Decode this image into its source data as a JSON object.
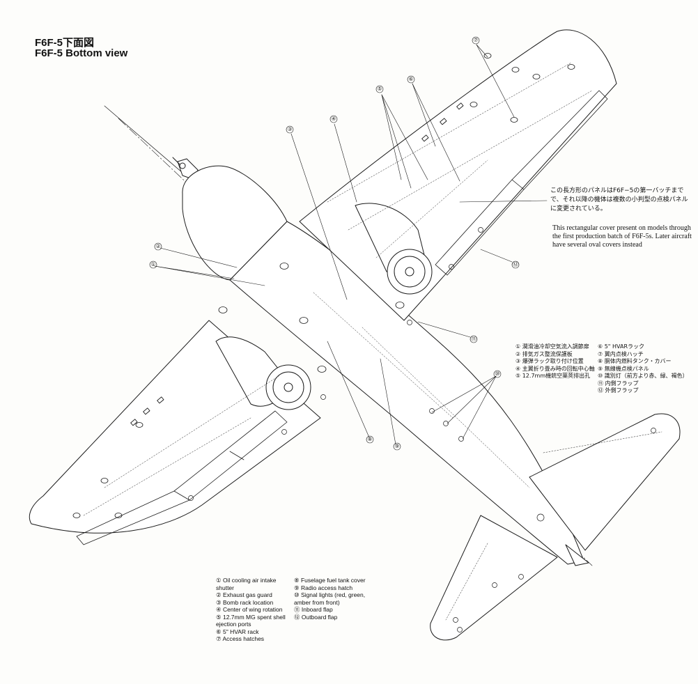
{
  "title": {
    "ja": "F6F-5下面図",
    "en": "F6F-5 Bottom view"
  },
  "note": {
    "ja": "この長方形のパネルはF6F−5の第一バッチまでで、それ以降の機体は複数の小判型の点検パネルに変更されている。",
    "en": "This rectangular cover present on models through the first production batch of F6F-5s. Later aircraft have several oval covers instead"
  },
  "legend_ja": [
    "① 潤滑油冷却空気流入調節扉",
    "② 排気ガス整流保護板",
    "③ 爆弾ラック取り付け位置",
    "④ 主翼折り畳み時の回転中心軸",
    "⑤ 12.7mm機銃空薬莢排出孔",
    "⑥ 5\" HVARラック",
    "⑦ 翼内点検ハッチ",
    "⑧ 胴体内燃料タンク・カバー",
    "⑨ 無線機点検パネル",
    "⑩ 識別灯（前方より赤、緑、褐色）",
    "⑪ 内側フラップ",
    "⑫ 外側フラップ"
  ],
  "legend_en": [
    "① Oil cooling air intake shutter",
    "② Exhaust gas guard",
    "③ Bomb rack location",
    "④ Center of wing rotation",
    "⑤ 12.7mm MG spent shell ejection ports",
    "⑥ 5\" HVAR rack",
    "⑦ Access hatches",
    "⑧ Fuselage fuel tank cover",
    "⑨ Radio access hatch",
    "⑩ Signal lights (red, green, amber from front)",
    "⑪ Inboard flap",
    "⑫ Outboard flap"
  ],
  "callouts": [
    "①",
    "②",
    "③",
    "④",
    "⑤",
    "⑥",
    "⑦",
    "⑧",
    "⑨",
    "⑩",
    "⑪",
    "⑫"
  ],
  "colors": {
    "ink": "#1a1a1a",
    "paper": "#fdfdfb"
  }
}
